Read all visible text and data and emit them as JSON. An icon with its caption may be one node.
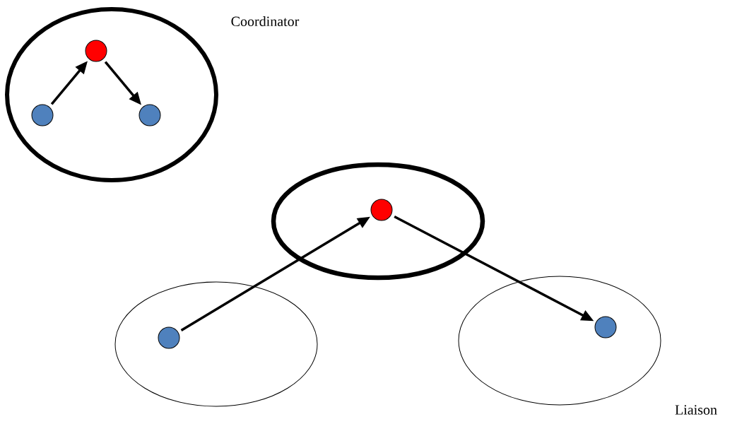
{
  "diagram": {
    "nodes": [
      {
        "text": [],
        "shape": "ellipse"
      },
      {
        "text": [],
        "shape": "circle",
        "in": 0
      },
      {
        "text": [],
        "shape": "circle",
        "in": 0
      },
      {
        "text": [],
        "shape": "circle",
        "in": 0
      },
      {
        "text": [],
        "shape": "ellipse"
      },
      {
        "text": [],
        "shape": "circle",
        "in": 4
      },
      {
        "text": [],
        "shape": "ellipse"
      },
      {
        "text": [],
        "shape": "circle",
        "in": 6
      },
      {
        "text": [],
        "shape": "ellipse"
      },
      {
        "text": [],
        "shape": "circle",
        "in": 8
      }
    ],
    "edges": [
      {
        "from": 1,
        "to": 2,
        "arrow": "to"
      },
      {
        "from": 2,
        "to": 3,
        "arrow": "to"
      },
      {
        "from": 7,
        "to": 5,
        "arrow": "to"
      },
      {
        "from": 5,
        "to": 9,
        "arrow": "to"
      }
    ],
    "labels": [
      "Coordinator",
      "Liaison"
    ]
  }
}
